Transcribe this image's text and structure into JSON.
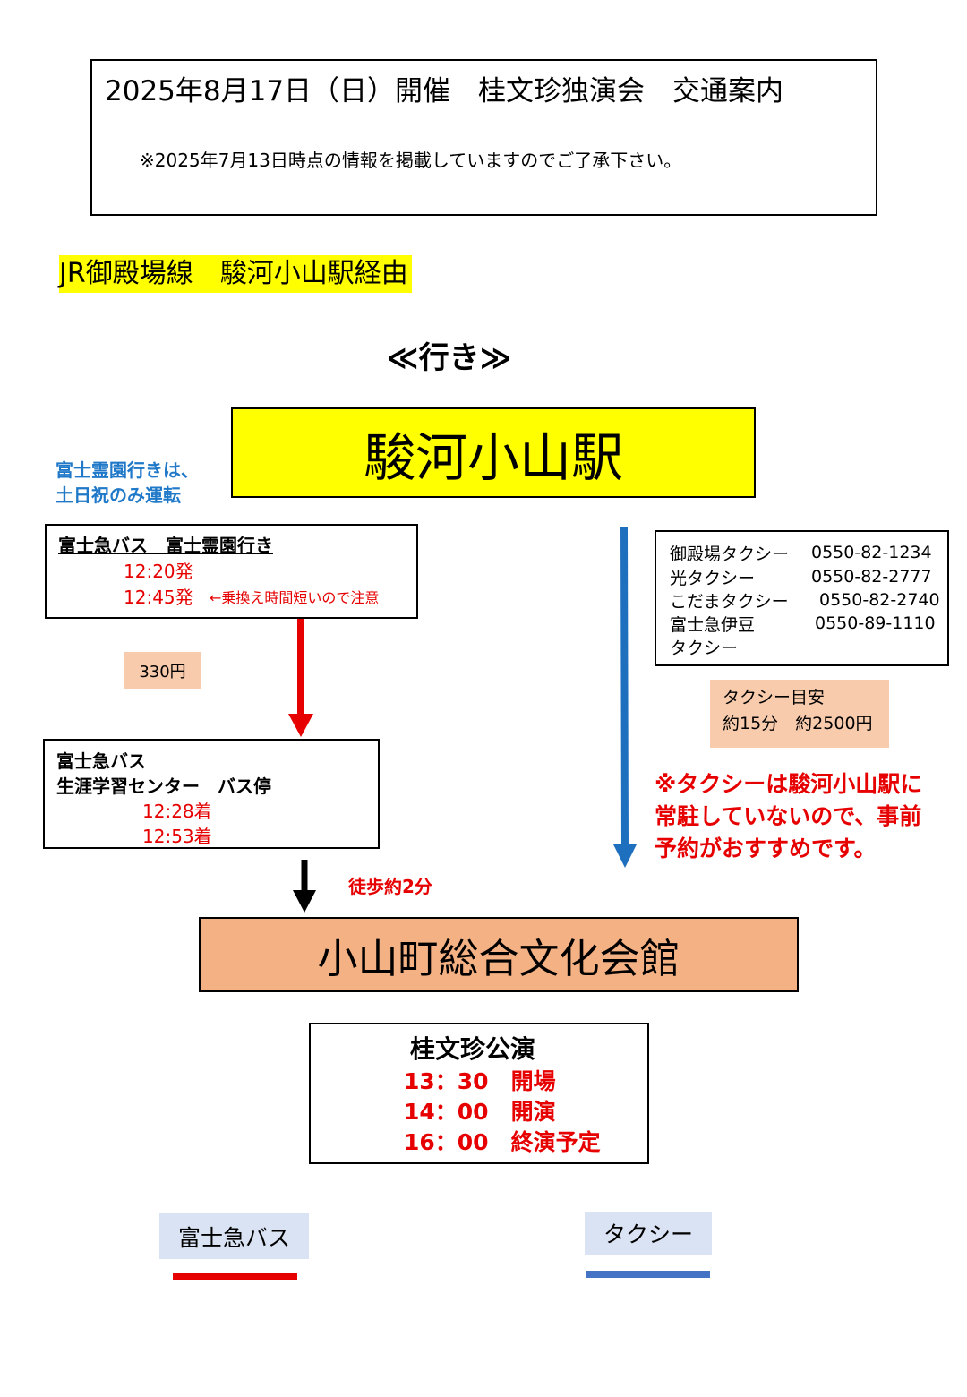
{
  "header": {
    "title": "2025年8月17日（日）開催　桂文珍独演会　交通案内",
    "note": "※2025年7月13日時点の情報を掲載していますのでご了承下さい。"
  },
  "route_label": "JR御殿場線　駿河小山駅経由",
  "direction_label": "≪行き≫",
  "station": {
    "name": "駿河小山駅"
  },
  "bus_note": {
    "line1": "富士霊園行きは、",
    "line2": "土日祝のみ運転"
  },
  "bus_departure": {
    "title": "富士急バス　富士霊園行き",
    "times": [
      "12:20発",
      "12:45発"
    ],
    "warning": "←乗換え時間短いので注意"
  },
  "fare": "330円",
  "bus_stop": {
    "line1": "富士急バス",
    "line2": "生涯学習センター　バス停",
    "times": [
      "12:28着",
      "12:53着"
    ]
  },
  "walk": "徒歩約2分",
  "taxi_list": [
    {
      "name": "御殿場タクシー",
      "phone": "0550-82-1234"
    },
    {
      "name": "光タクシー",
      "phone": "0550-82-2777"
    },
    {
      "name": "こだまタクシー",
      "phone": "0550-82-2740"
    },
    {
      "name": "富士急伊豆",
      "phone": "0550-89-1110"
    },
    {
      "name": "タクシー",
      "phone": ""
    }
  ],
  "taxi_estimate": {
    "line1": "タクシー目安",
    "line2": "約15分　約2500円"
  },
  "taxi_warning": {
    "line1": "※タクシーは駿河小山駅に",
    "line2": "常駐していないので、事前",
    "line3": "予約がおすすめです。"
  },
  "venue": {
    "name": "小山町総合文化会館"
  },
  "performance": {
    "title": "桂文珍公演",
    "items": [
      "13：30　開場",
      "14：00　開演",
      "16：00　終演予定"
    ]
  },
  "legend": {
    "bus_label": "富士急バス",
    "taxi_label": "タクシー"
  },
  "colors": {
    "bus_line": "#e60000",
    "taxi_line": "#1f6fbf",
    "station_fill": "#ffff00",
    "venue_fill": "#f4b183",
    "salmon_fill": "#f8cbad",
    "legend_fill": "#dae3f3",
    "highlight": "#ffff00"
  }
}
